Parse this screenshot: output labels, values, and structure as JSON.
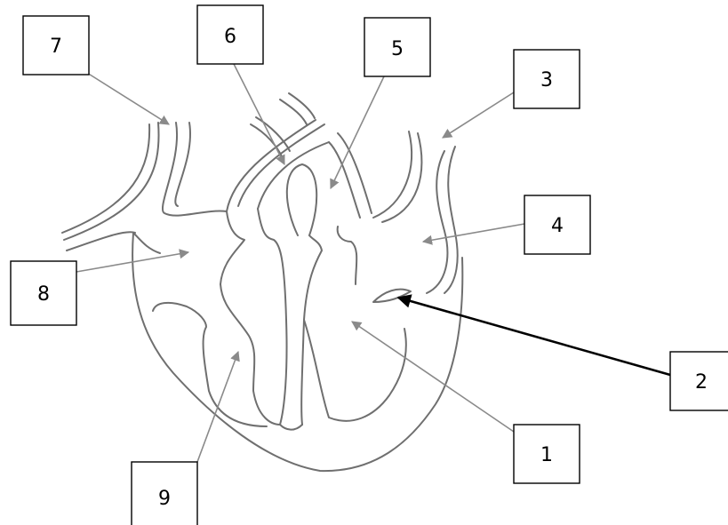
{
  "labels": [
    {
      "id": "label-1",
      "text": "1"
    },
    {
      "id": "label-2",
      "text": "2"
    },
    {
      "id": "label-3",
      "text": "3"
    },
    {
      "id": "label-4",
      "text": "4"
    },
    {
      "id": "label-5",
      "text": "5"
    },
    {
      "id": "label-6",
      "text": "6"
    },
    {
      "id": "label-7",
      "text": "7"
    },
    {
      "id": "label-8",
      "text": "8"
    },
    {
      "id": "label-9",
      "text": "9"
    }
  ],
  "colors": {
    "outline": "#6f6f6f",
    "pointer": "#8a8a8a",
    "pointer_strong": "#000000",
    "box_border": "#000000",
    "background": "#ffffff"
  }
}
